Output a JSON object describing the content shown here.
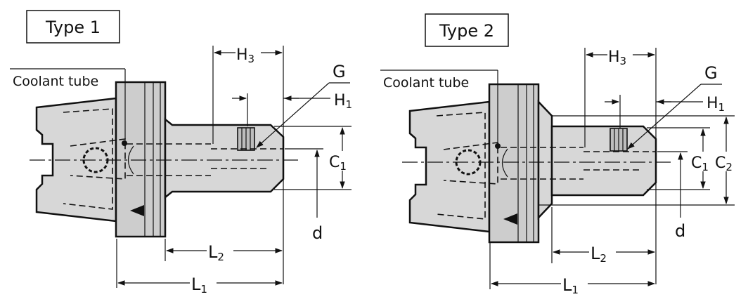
{
  "diagrams": [
    {
      "type_label": "Type 1",
      "labels": {
        "coolant": "Coolant tube",
        "G": "G",
        "H3": "H3",
        "H1": "H1",
        "C1": "C1",
        "d": "d",
        "L2": "L2",
        "L1": "L1"
      }
    },
    {
      "type_label": "Type 2",
      "labels": {
        "coolant": "Coolant tube",
        "G": "G",
        "H3": "H3",
        "H1": "H1",
        "C1": "C1",
        "C2": "C2",
        "d": "d",
        "L2": "L2",
        "L1": "L1"
      }
    }
  ]
}
